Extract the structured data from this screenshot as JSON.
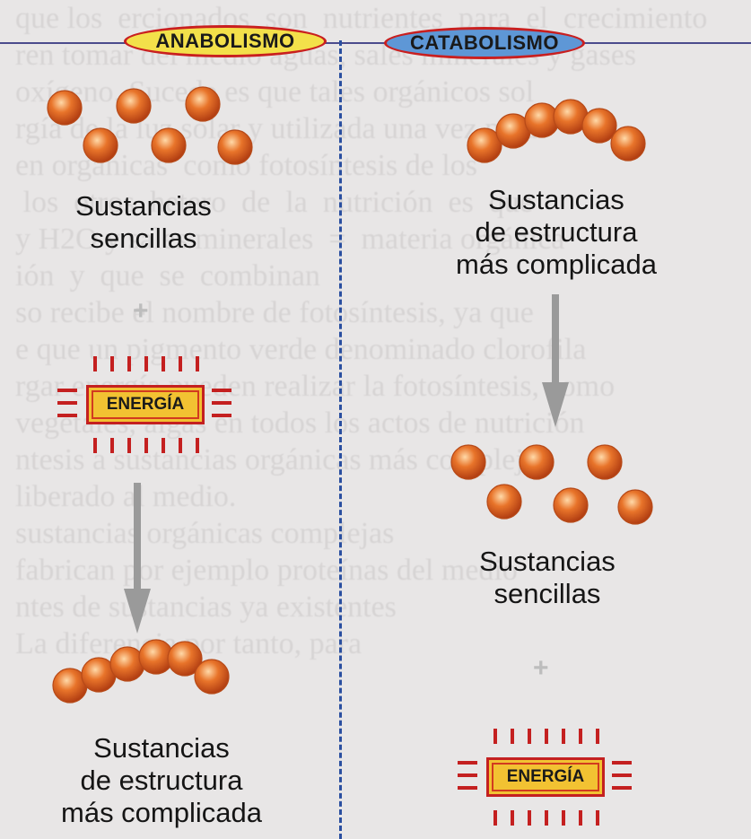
{
  "header": {
    "anabolism_title": "ANABOLISMO",
    "catabolism_title": "CATABOLISMO"
  },
  "anabolism": {
    "top_label": [
      "Sustancias",
      "sencillas"
    ],
    "plus": "+",
    "energy_label": "ENERGÍA",
    "bottom_label": [
      "Sustancias",
      "de estructura",
      "más complicada"
    ]
  },
  "catabolism": {
    "top_label": [
      "Sustancias",
      "de estructura",
      "más complicada"
    ],
    "bottom_label": [
      "Sustancias",
      "sencillas"
    ],
    "plus": "+",
    "energy_label": "ENERGÍA"
  },
  "colors": {
    "ball": "#e8742a",
    "pill_ana": "#f3e04a",
    "pill_cata": "#5e97d6",
    "pill_border": "#c91f1f",
    "divider": "#2a4fa0",
    "arrow": "#9a9a9a",
    "energy_box": "#f2c232",
    "energy_rays": "#c42020"
  }
}
